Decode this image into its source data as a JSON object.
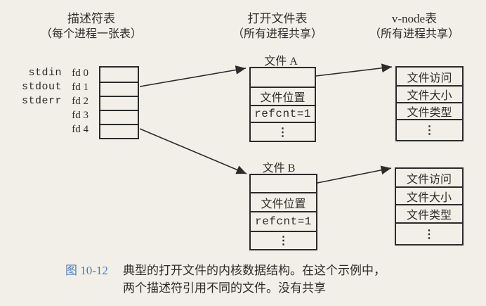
{
  "colors": {
    "bg": "#f2efe8",
    "line": "#2b2b2b",
    "text": "#2e2b28",
    "figblue": "#4a7cb3"
  },
  "columns": [
    {
      "title": "描述符表",
      "subtitle": "（每个进程一张表）"
    },
    {
      "title": "打开文件表",
      "subtitle": "（所有进程共享）"
    },
    {
      "title": "v-node表",
      "subtitle": "（所有进程共享）"
    }
  ],
  "descriptor_table": {
    "rows": [
      {
        "name": "stdin",
        "fd": "fd 0"
      },
      {
        "name": "stdout",
        "fd": "fd 1"
      },
      {
        "name": "stderr",
        "fd": "fd 2"
      },
      {
        "name": "",
        "fd": "fd 3"
      },
      {
        "name": "",
        "fd": "fd 4"
      }
    ]
  },
  "open_file_tables": [
    {
      "label": "文件 A",
      "rows": [
        "",
        "文件位置",
        "refcnt=1",
        "⋮"
      ]
    },
    {
      "label": "文件 B",
      "rows": [
        "",
        "文件位置",
        "refcnt=1",
        "⋮"
      ]
    }
  ],
  "vnode_tables": [
    {
      "rows": [
        "文件访问",
        "文件大小",
        "文件类型",
        "⋮"
      ]
    },
    {
      "rows": [
        "文件访问",
        "文件大小",
        "文件类型",
        "⋮"
      ]
    }
  ],
  "caption": {
    "figure_label": "图 10-12",
    "line1": "典型的打开文件的内核数据结构。在这个示例中，",
    "line2": "两个描述符引用不同的文件。没有共享"
  }
}
